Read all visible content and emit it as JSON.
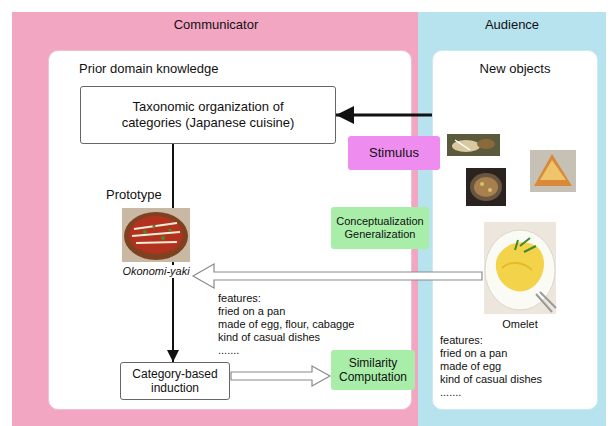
{
  "diagram": {
    "nodes": [
      {
        "text": [
          "Communicator"
        ]
      },
      {
        "text": [
          "Prior domain knowledge"
        ],
        "in": 0
      },
      {
        "text": [
          "Taxonomic organization of categories (Japanese cuisine)"
        ],
        "in": 1
      },
      {
        "text": [
          "Category-based induction"
        ],
        "in": 1
      },
      {
        "text": [
          "Audience"
        ]
      },
      {
        "text": [
          "New objects"
        ],
        "in": 4
      },
      {
        "text": [
          "Stimulus"
        ]
      },
      {
        "text": [
          "Conceptualization Generalization"
        ]
      },
      {
        "text": [
          "Similarity Computation"
        ]
      }
    ],
    "edges": [
      {
        "from": 5,
        "to": 2,
        "arrow": "to"
      },
      {
        "from": 2,
        "to": 3,
        "arrow": "to"
      },
      {
        "from": 3,
        "to": 8,
        "arrow": "to"
      }
    ],
    "labels": [
      "Prototype",
      "Okonomi-yaki",
      "features:",
      "fried on a pan",
      "made of egg, flour, cabagge",
      "kind of casual dishes",
      ".......",
      "Omelet",
      "features:",
      "fried on a pan",
      "made of egg",
      "kind of casual dishes",
      "......."
    ]
  }
}
